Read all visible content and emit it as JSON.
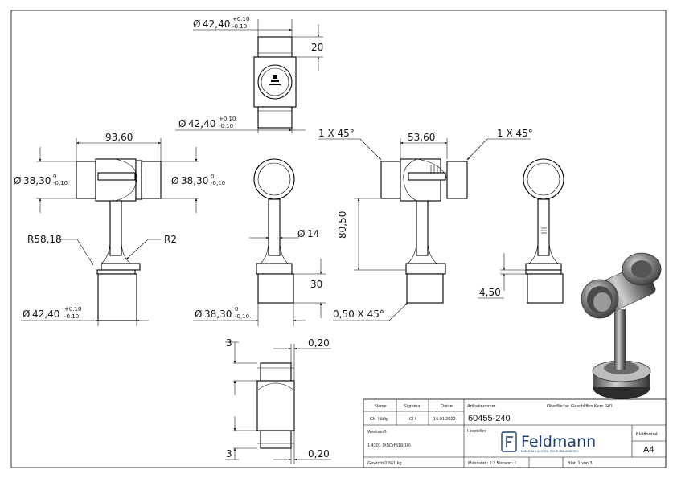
{
  "drawing": {
    "dims": {
      "top_dia": "42,40",
      "top_tol_up": "+0.10",
      "top_tol_dn": "-0.10",
      "top_height": "20",
      "top_dia2": "42,40",
      "top2_tol_up": "+0.10",
      "top2_tol_dn": "-0.10",
      "front_width": "93,60",
      "front_dia_left": "38,30",
      "front_left_tol_up": "0",
      "front_left_tol_dn": "-0,10",
      "front_dia_right": "38,30",
      "front_right_tol_up": "0",
      "front_right_tol_dn": "-0,10",
      "radius_big": "R58,18",
      "radius_small": "R2",
      "base_dia": "42,40",
      "base_tol_up": "+0.10",
      "base_tol_dn": "-0.10",
      "side_stem_dia": "14",
      "side_base_height": "30",
      "side_base_dia": "38,30",
      "side_base_tol_up": "0",
      "side_base_tol_dn": "-0,10",
      "chamfer_left": "1 X 45°",
      "chamfer_right": "1 X 45°",
      "section_width": "53,60",
      "section_height": "80,50",
      "base_chamfer": "0,50 X 45°",
      "rear_step": "4,50",
      "bottom_top_dim": "3",
      "bottom_top_gap": "0,20",
      "bottom_bot_dim": "3",
      "bottom_bot_gap": "0,20",
      "dia_symbol": "Ø"
    }
  },
  "title_block": {
    "name_label": "Name",
    "signature_label": "Signatur",
    "date_label": "Datum",
    "name_value": "Ch. Häfig",
    "signature_value": "CH",
    "date_value": "14.01.2022",
    "article_label": "Artikelnummer",
    "article_value": "60455-240",
    "surface_label": "Oberfläche:",
    "surface_value": "Geschliffen Korn 240",
    "material_label": "Werkstoff:",
    "material_value": "1.4301 (X5CrNi18-10)",
    "manufacturer_label": "Hersteller",
    "company_name": "Feldmann",
    "company_tagline": "EDELSTAHL ACHSEN, ROHR UND ANDERES",
    "format_label": "Blattformat",
    "format_value": "A4",
    "weight": "Gewicht 0.661 kg",
    "scale": "Massstab: 1:2.5",
    "version": "Version: 1",
    "sheet": "Blatt 1 von 3"
  }
}
